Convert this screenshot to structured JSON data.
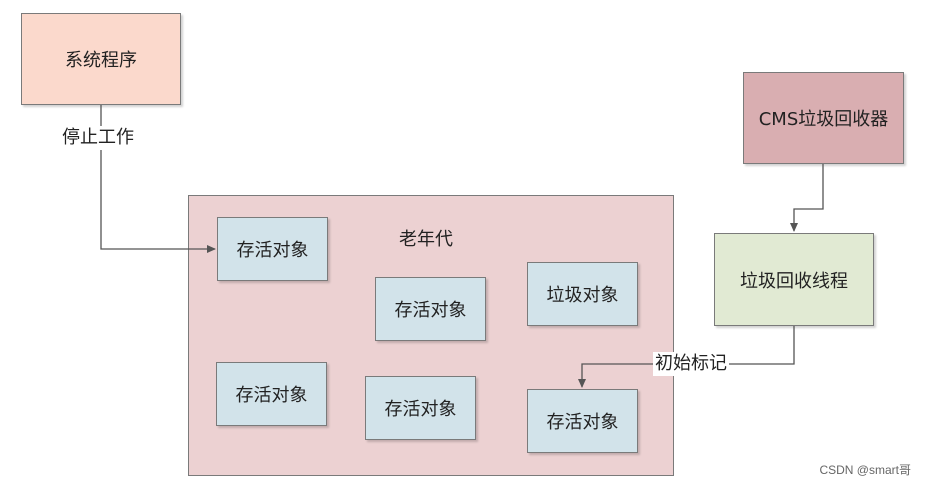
{
  "nodes": {
    "system_program": "系统程序",
    "cms_collector": "CMS垃圾回收器",
    "gc_thread": "垃圾回收线程",
    "old_generation": "老年代",
    "objects": [
      "存活对象",
      "存活对象",
      "垃圾对象",
      "存活对象",
      "存活对象",
      "存活对象"
    ]
  },
  "edges": {
    "stop_work": "停止工作",
    "initial_mark": "初始标记"
  },
  "watermark": "CSDN @smart哥",
  "colors": {
    "system_program_fill": "#fbd9cc",
    "cms_collector_fill": "#d9aeb1",
    "gc_thread_fill": "#e1ead3",
    "old_generation_fill": "#ecd1d2",
    "object_fill": "#d2e3ea",
    "line": "#555555"
  }
}
